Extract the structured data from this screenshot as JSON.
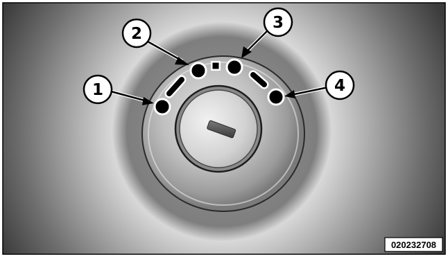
{
  "figure": {
    "callouts": [
      {
        "number": "1"
      },
      {
        "number": "2"
      },
      {
        "number": "3"
      },
      {
        "number": "4"
      }
    ],
    "figure_code": "020232708"
  }
}
